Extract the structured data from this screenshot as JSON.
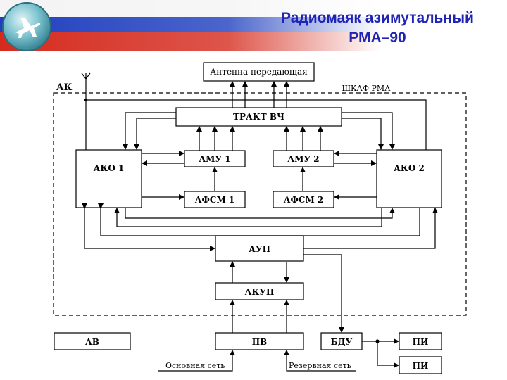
{
  "header": {
    "title_line1": "Радиомаяк азимутальный",
    "title_line2": "РМА–90",
    "flag_colors": [
      "#ffffff",
      "#1f3fbf",
      "#d52b1e"
    ],
    "logo_icon": "airplane-icon"
  },
  "diagram": {
    "antenna": "Антенна передающая",
    "ak": "АК",
    "cabinet": "ШКАФ  РМА",
    "trakt": "ТРАКТ  ВЧ",
    "ako1": "АКО 1",
    "ako2": "АКО 2",
    "amu1": "АМУ 1",
    "amu2": "АМУ 2",
    "afsm1": "АФСМ 1",
    "afsm2": "АФСМ 2",
    "aup": "АУП",
    "akup": "АКУП",
    "av": "АВ",
    "pv": "ПВ",
    "bdu": "БДУ",
    "pi1": "ПИ",
    "pi2": "ПИ",
    "main_net": "Основная сеть",
    "reserve_net": "Резервная сеть"
  }
}
